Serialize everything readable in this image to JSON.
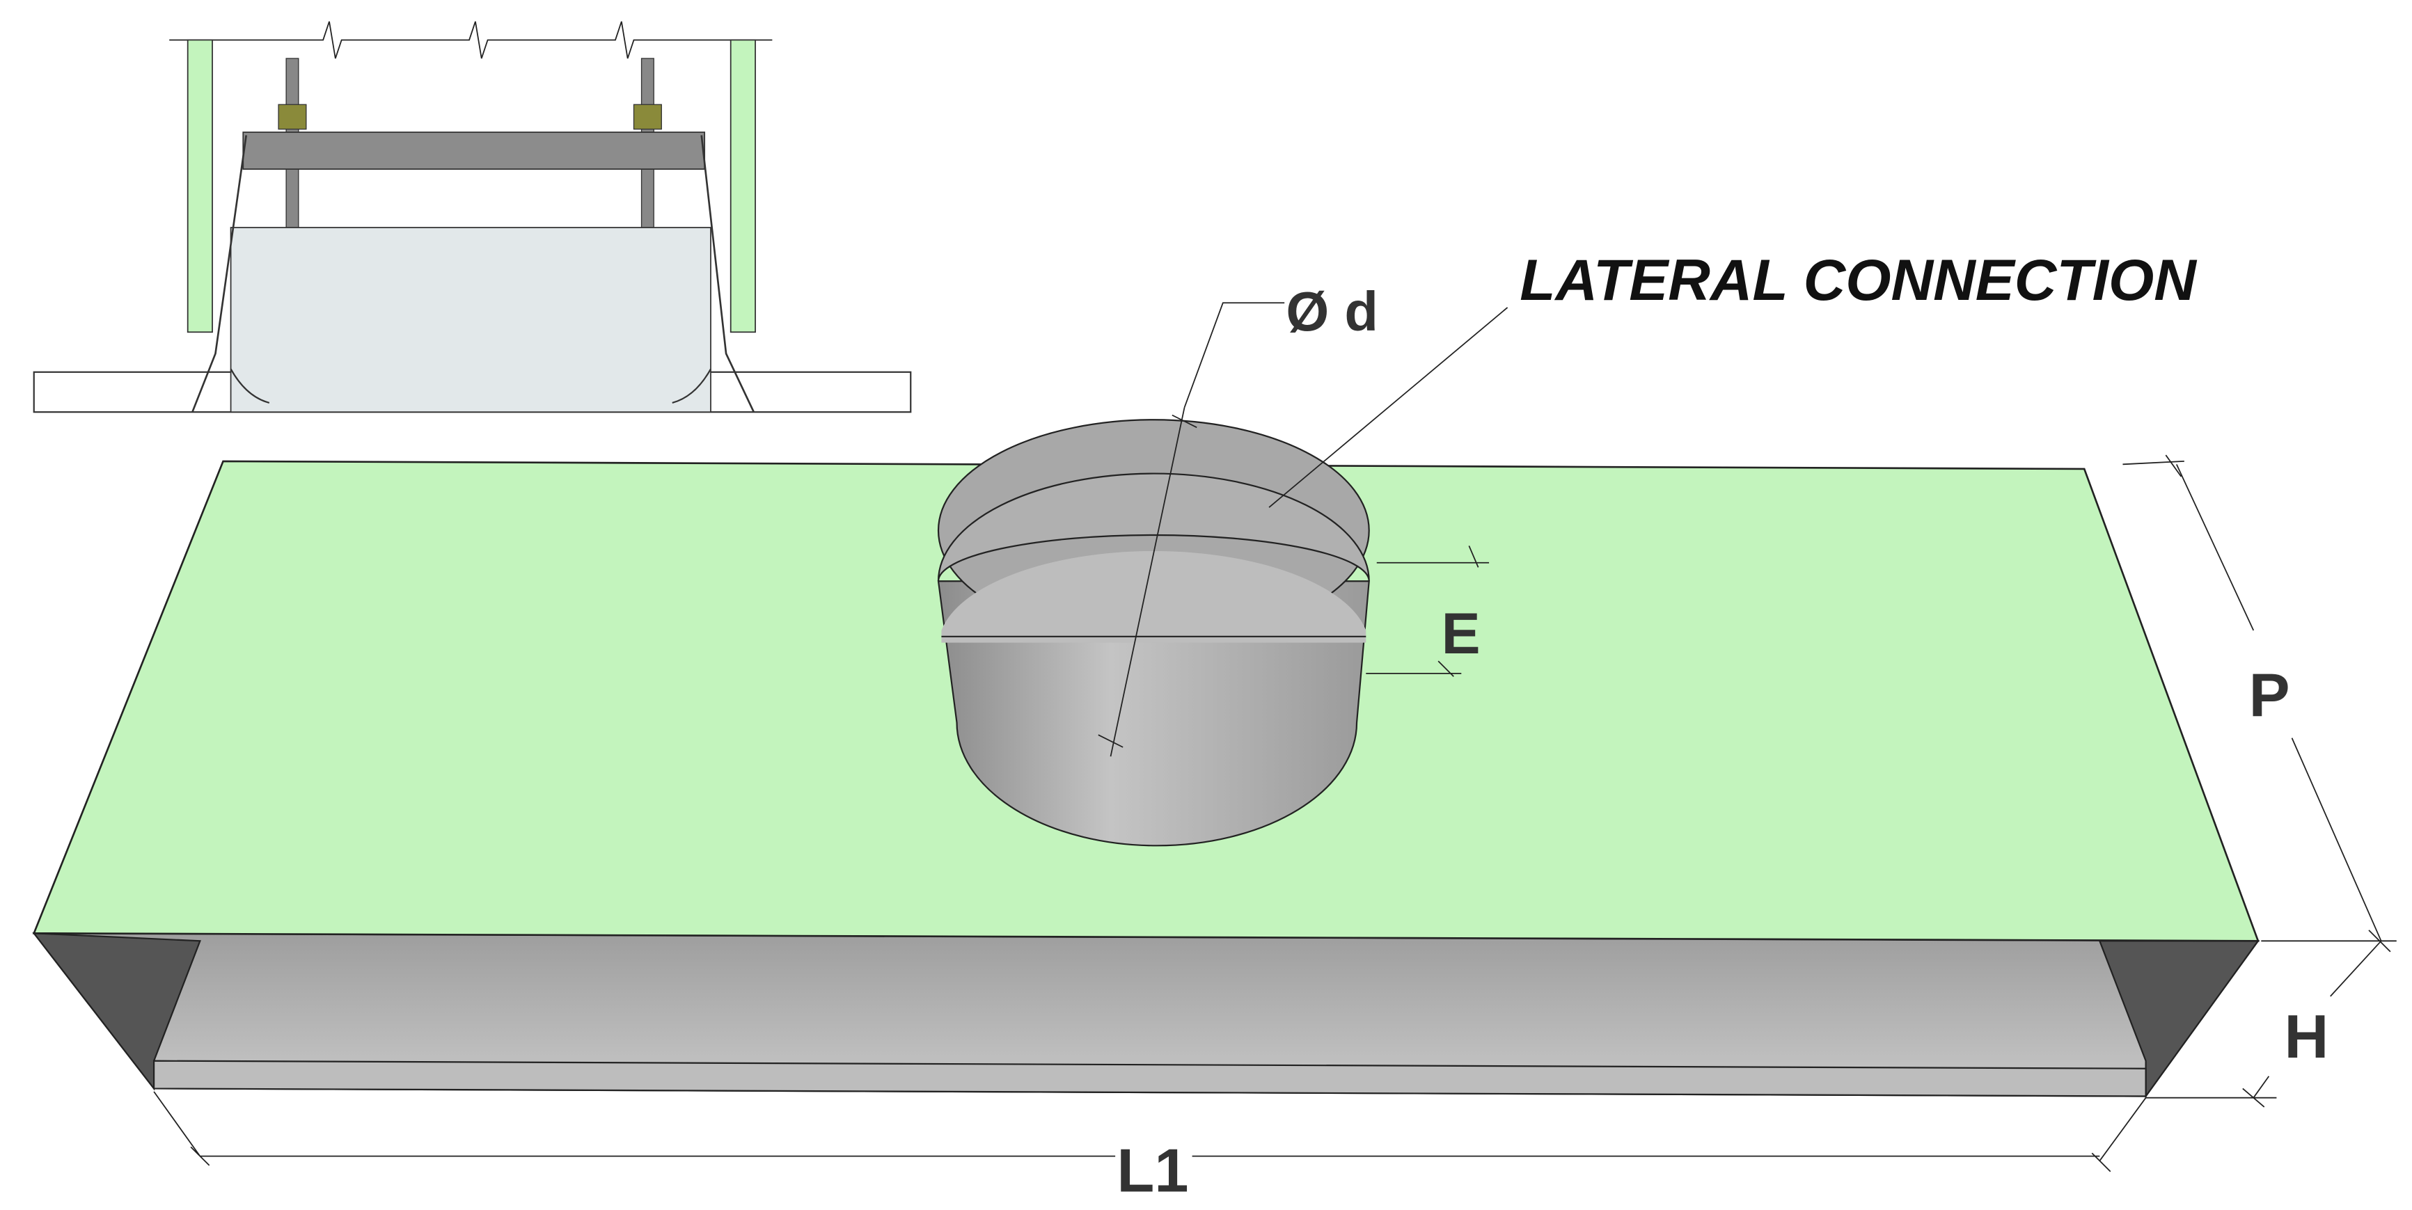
{
  "labels": {
    "diameter": "Ø d",
    "lateral_connection": "LATERAL CONNECTION",
    "E": "E",
    "P": "P",
    "H": "H",
    "L1": "L1"
  },
  "colors": {
    "top_panel": "#c3f4bd",
    "metal": "#b5b5b5",
    "dark_side": "#555555",
    "inset_box": "#e2e8ea",
    "nut": "#8a8a3a"
  }
}
